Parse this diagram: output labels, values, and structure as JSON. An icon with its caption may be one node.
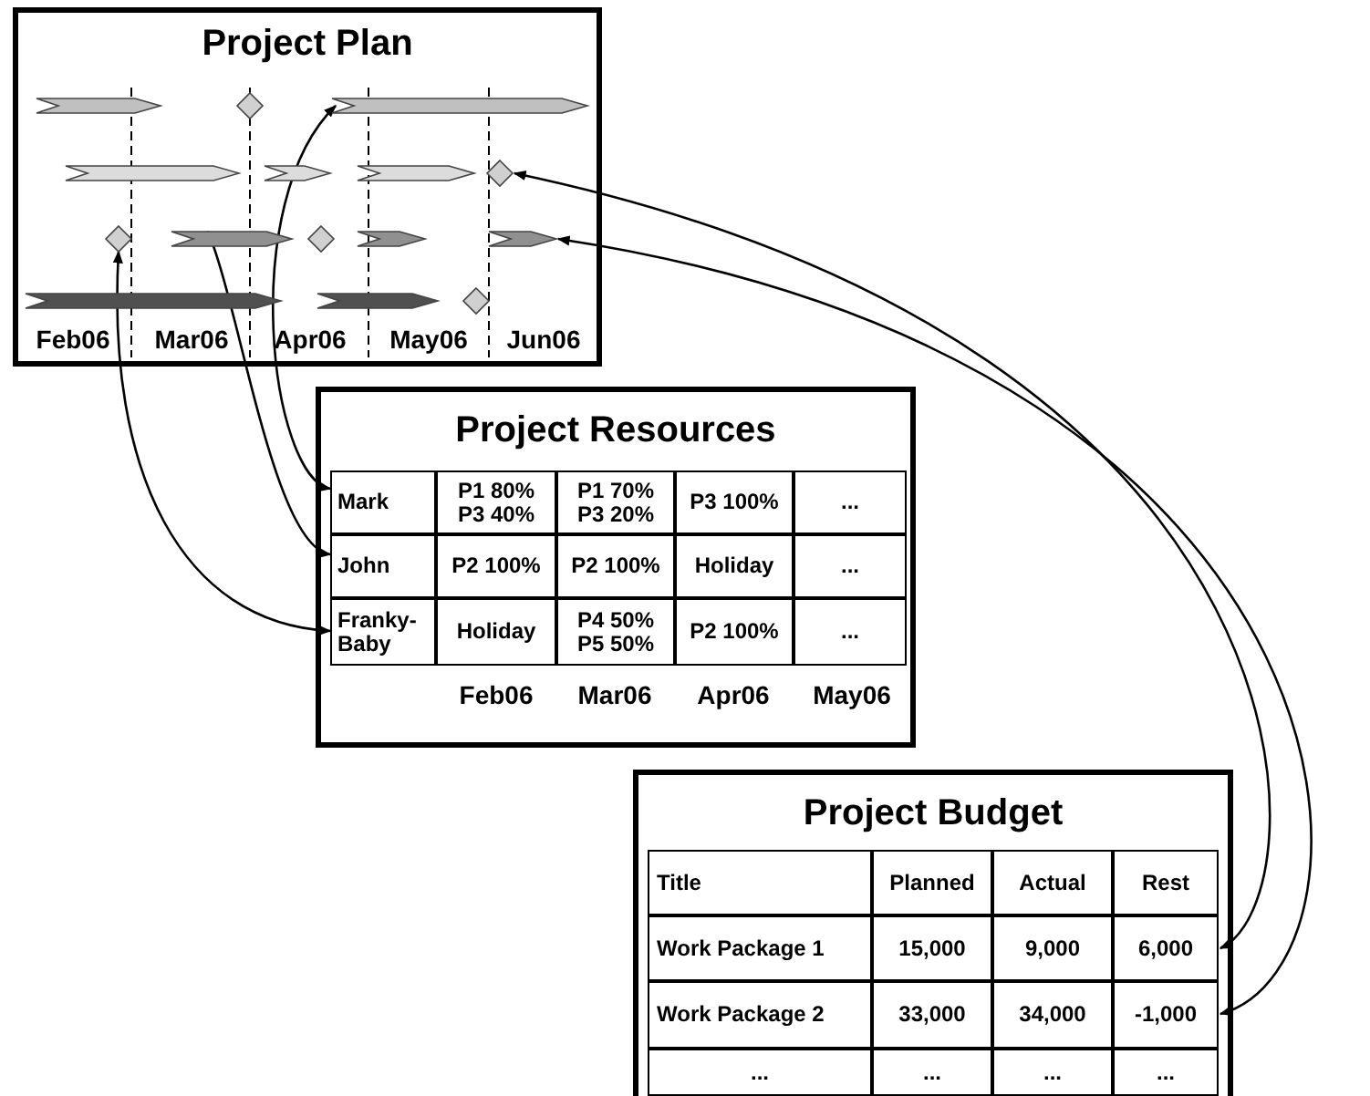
{
  "diagram": {
    "nodes": [
      {
        "text": [
          "Project Plan"
        ]
      },
      {
        "text": [],
        "shape": "bar",
        "in": 0
      },
      {
        "text": [],
        "shape": "diamond",
        "in": 0
      },
      {
        "text": [],
        "shape": "bar",
        "in": 0
      },
      {
        "text": [],
        "shape": "bar",
        "in": 0
      },
      {
        "text": [],
        "shape": "bar",
        "in": 0
      },
      {
        "text": [],
        "shape": "bar",
        "in": 0
      },
      {
        "text": [],
        "shape": "diamond",
        "in": 0
      },
      {
        "text": [],
        "shape": "diamond",
        "in": 0
      },
      {
        "text": [],
        "shape": "bar",
        "in": 0
      },
      {
        "text": [],
        "shape": "diamond",
        "in": 0
      },
      {
        "text": [],
        "shape": "bar",
        "in": 0
      },
      {
        "text": [],
        "shape": "bar",
        "in": 0
      },
      {
        "text": [],
        "shape": "bar",
        "in": 0
      },
      {
        "text": [],
        "shape": "bar",
        "in": 0
      },
      {
        "text": [],
        "shape": "diamond",
        "in": 0
      },
      {
        "text": [
          "Project Resources"
        ]
      },
      {
        "text": [
          "Mark"
        ],
        "in": 16
      },
      {
        "text": [
          "John"
        ],
        "in": 16
      },
      {
        "text": [
          "Franky-Baby"
        ],
        "in": 16
      },
      {
        "text": [
          "Project Budget"
        ]
      },
      {
        "text": [
          "6,000"
        ],
        "in": 20
      },
      {
        "text": [
          "-1,000"
        ],
        "in": 20
      }
    ],
    "edges": [
      {
        "from": 17,
        "to": 3,
        "arrow": "both"
      },
      {
        "from": 18,
        "to": 9,
        "arrow": "both"
      },
      {
        "from": 19,
        "to": 8,
        "arrow": "both"
      },
      {
        "from": 21,
        "to": 7,
        "arrow": "both"
      },
      {
        "from": 22,
        "to": 12,
        "arrow": "both"
      }
    ],
    "labels": [
      "Feb06",
      "Mar06",
      "Apr06",
      "May06",
      "Jun06",
      "P1 80% P3 40%",
      "P1 70% P3 20%",
      "P3 100%",
      "...",
      "P2 100%",
      "P2 100%",
      "Holiday",
      "...",
      "Holiday",
      "P4 50% P5 50%",
      "P2 100%",
      "...",
      "Feb06",
      "Mar06",
      "Apr06",
      "May06",
      "Title",
      "Planned",
      "Actual",
      "Rest",
      "Work Package 1",
      "15,000",
      "9,000",
      "Work Package 2",
      "33,000",
      "34,000",
      "...",
      "...",
      "...",
      "..."
    ]
  }
}
